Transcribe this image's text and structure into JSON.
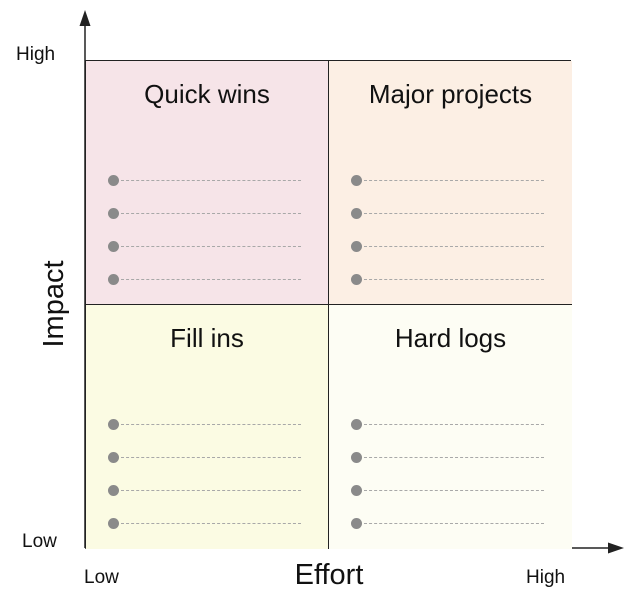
{
  "axes": {
    "x_title": "Effort",
    "y_title": "Impact",
    "x_low": "Low",
    "x_high": "High",
    "y_low": "Low",
    "y_high": "High"
  },
  "quadrants": {
    "top_left": {
      "title": "Quick wins",
      "color": "#f6e4e8",
      "item_count": 4
    },
    "top_right": {
      "title": "Major projects",
      "color": "#fcefe4",
      "item_count": 4
    },
    "bottom_left": {
      "title": "Fill ins",
      "color": "#fbfbe3",
      "item_count": 4
    },
    "bottom_right": {
      "title": "Hard logs",
      "color": "#fdfdf4",
      "item_count": 4
    }
  },
  "colors": {
    "line": "#222222",
    "bullet": "#8a8a8a",
    "placeholder_dash": "#a8a8a8"
  }
}
